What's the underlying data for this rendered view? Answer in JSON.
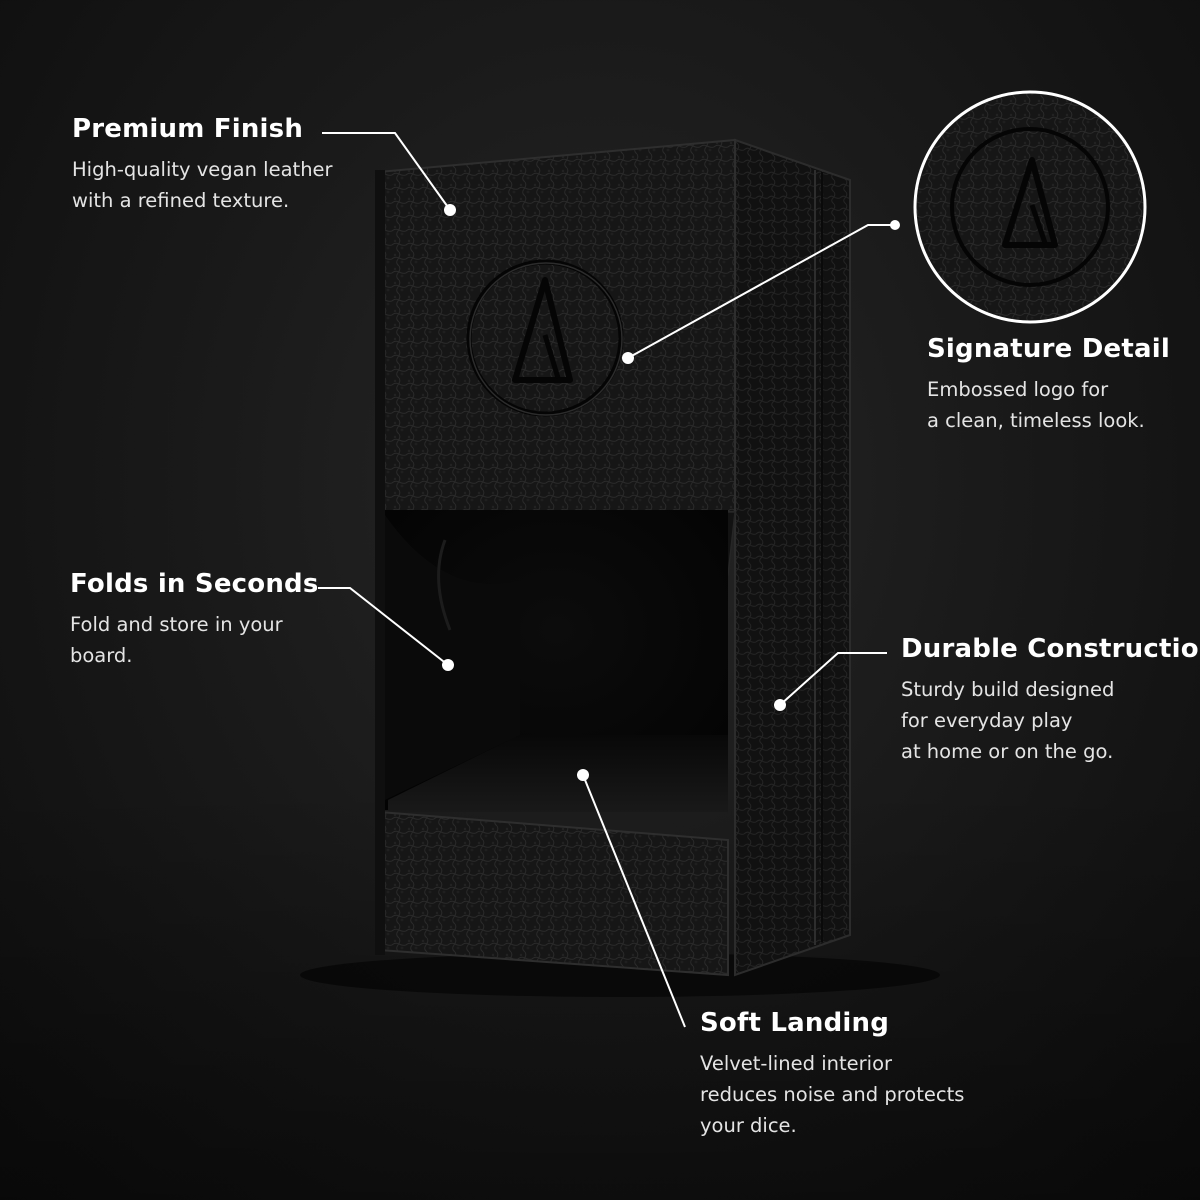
{
  "callouts": {
    "premium_finish": {
      "title": "Premium Finish",
      "lines": [
        "High-quality vegan leather",
        "with a refined texture."
      ]
    },
    "signature_detail": {
      "title": "Signature Detail",
      "lines": [
        "Embossed logo for",
        "a clean, timeless look."
      ]
    },
    "folds_in_seconds": {
      "title": "Folds in Seconds",
      "lines": [
        "Fold and store in your",
        "board."
      ]
    },
    "durable_construction": {
      "title": "Durable Construction",
      "lines": [
        "Sturdy build designed",
        "for everyday play",
        "at home or on the go."
      ]
    },
    "soft_landing": {
      "title": "Soft Landing",
      "lines": [
        "Velvet-lined interior",
        "reduces noise and protects",
        "your dice."
      ]
    }
  },
  "colors": {
    "background": "#1a1a1a",
    "leather": "#141414",
    "text": "#ffffff",
    "subtext": "#e4e4e4",
    "leader_line": "#ffffff"
  },
  "icons": {
    "logo": "triangle-emblem-icon"
  }
}
